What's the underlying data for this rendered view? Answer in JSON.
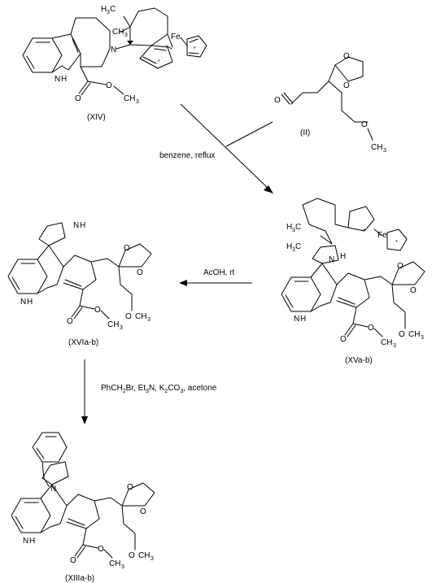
{
  "compounds": {
    "xiv": "(XIV)",
    "ii": "(II)",
    "xva_b": "(XVa-b)",
    "xvia_b": "(XVIa-b)",
    "xiiia_b": "(XIIIa-b)"
  },
  "conditions": {
    "step1": "benzene, reflux",
    "step2": "AcOH, rt",
    "step3": {
      "p1": "PhCH",
      "s1": "2",
      "p2": "Br, Et",
      "s2": "3",
      "p3": "N, K",
      "s3": "2",
      "p4": "CO",
      "s4": "3",
      "p5": ", acetone"
    }
  },
  "labels": {
    "n": "N",
    "nh_n": "N",
    "nh_h": "H",
    "o": "O",
    "fe": "Fe",
    "star": "*",
    "h": "H",
    "c": "C",
    "ch": "CH",
    "three": "3",
    "h3c_h3": "H",
    "h3c_3": "3",
    "h3c_c": "C"
  }
}
